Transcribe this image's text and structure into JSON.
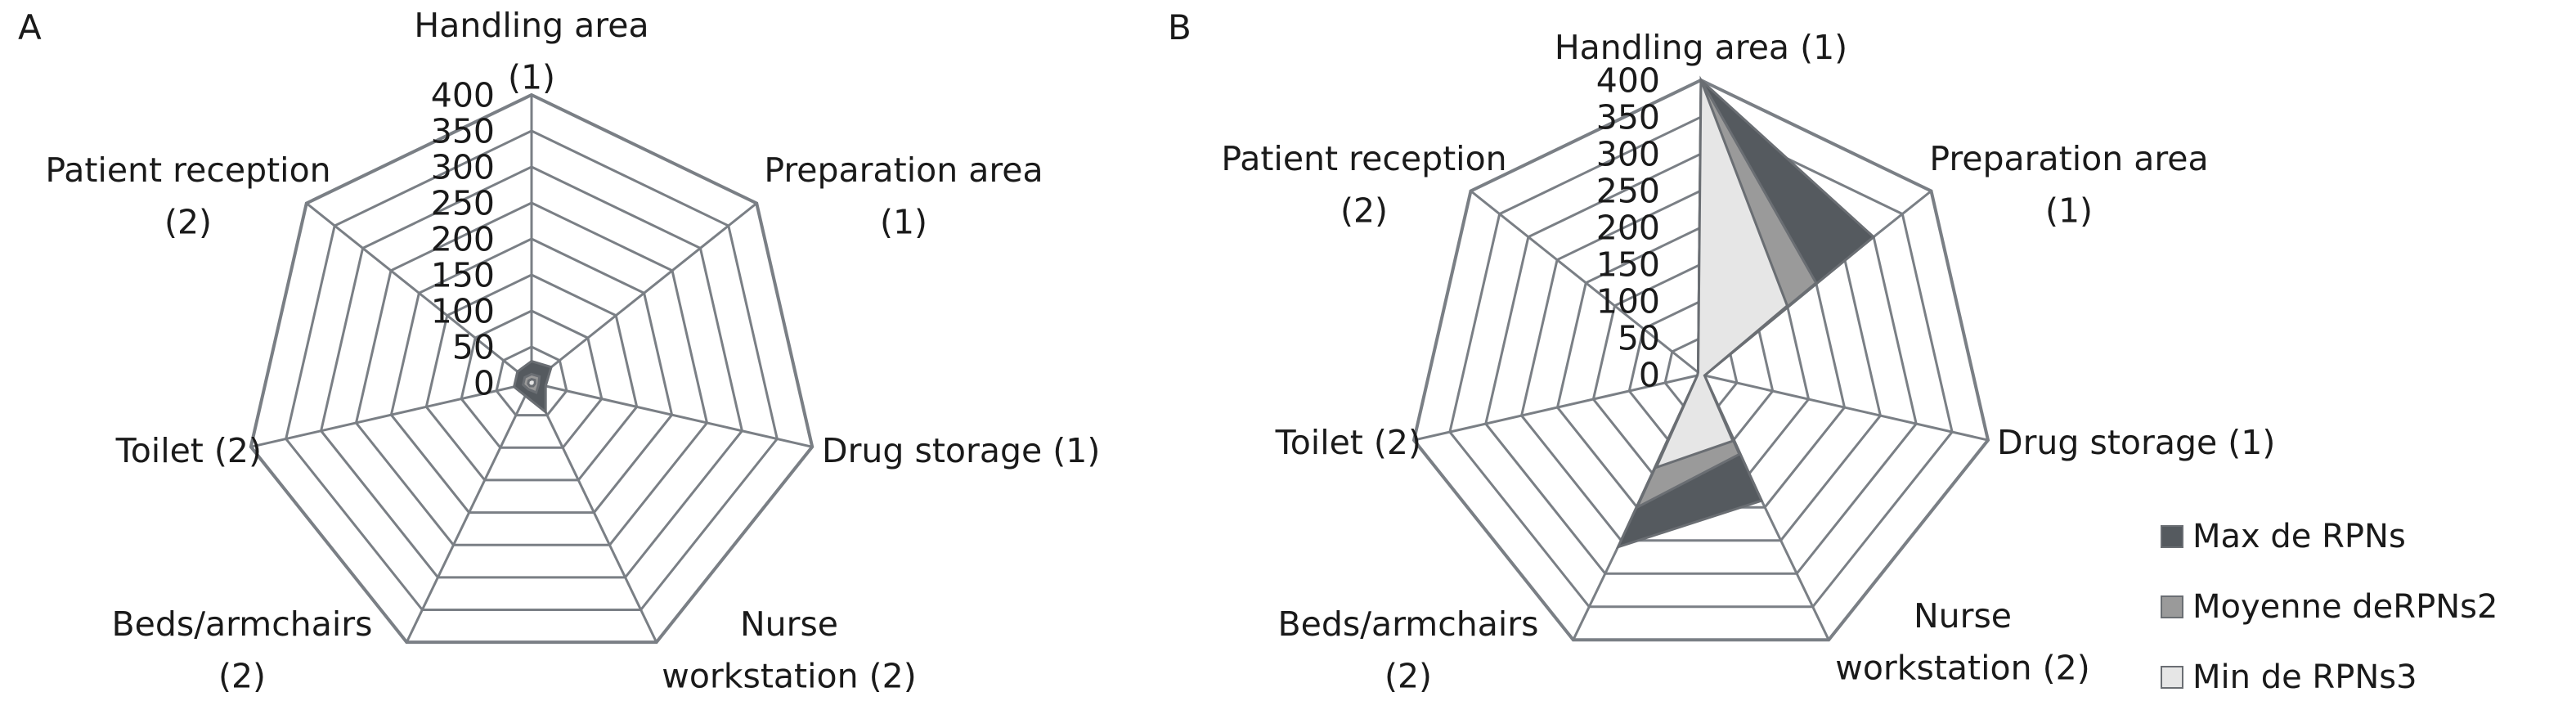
{
  "chart_data": [
    {
      "type": "radar",
      "panel_label": "A",
      "categories": [
        "Handling area (1)",
        "Preparation area (1)",
        "Drug storage (1)",
        "Nurse workstation (2)",
        "Beds/armchairs (2)",
        "Toilet (2)",
        "Patient reception (2)"
      ],
      "category_label_lines": [
        [
          "Handling area",
          "(1)"
        ],
        [
          "Preparation area",
          "(1)"
        ],
        [
          "Drug storage (1)"
        ],
        [
          "Nurse",
          "workstation (2)"
        ],
        [
          "Beds/armchairs",
          "(2)"
        ],
        [
          "Toilet (2)"
        ],
        [
          "Patient reception",
          "(2)"
        ]
      ],
      "radial_ticks": [
        "0",
        "50",
        "100",
        "150",
        "200",
        "250",
        "300",
        "350",
        "400"
      ],
      "rlim": [
        0,
        400
      ],
      "grid": true,
      "legend": null,
      "series": [
        {
          "values": [
            30,
            35,
            20,
            45,
            20,
            25,
            25
          ],
          "color": "#555a5f"
        },
        {
          "values": [
            12,
            14,
            10,
            15,
            10,
            12,
            12
          ],
          "color": "#9a9a9a"
        },
        {
          "values": [
            5,
            6,
            5,
            5,
            5,
            5,
            5
          ],
          "color": "#e6e6e6"
        }
      ]
    },
    {
      "type": "radar",
      "panel_label": "B",
      "categories": [
        "Handling area (1)",
        "Preparation area (1)",
        "Drug storage (1)",
        "Nurse workstation (2)",
        "Beds/armchairs (2)",
        "Toilet (2)",
        "Patient reception (2)"
      ],
      "category_label_lines": [
        [
          "Handling area (1)"
        ],
        [
          "Preparation area",
          "(1)"
        ],
        [
          "Drug storage (1)"
        ],
        [
          "Nurse",
          "workstation (2)"
        ],
        [
          "Beds/armchairs",
          "(2)"
        ],
        [
          "Toilet (2)"
        ],
        [
          "Patient reception",
          "(2)"
        ]
      ],
      "radial_ticks": [
        "0",
        "50",
        "100",
        "150",
        "200",
        "250",
        "300",
        "350",
        "400"
      ],
      "rlim": [
        0,
        400
      ],
      "grid": true,
      "legend": "right-bottom",
      "series": [
        {
          "name": "Max de RPNs",
          "values": [
            400,
            300,
            5,
            190,
            260,
            5,
            5
          ],
          "color": "#555a5f"
        },
        {
          "name": "Moyenne deRPNs2",
          "values": [
            400,
            200,
            5,
            120,
            200,
            5,
            5
          ],
          "color": "#9a9a9a"
        },
        {
          "name": "Min de RPNs3",
          "values": [
            400,
            150,
            5,
            100,
            140,
            5,
            5
          ],
          "color": "#e6e6e6"
        }
      ]
    }
  ]
}
